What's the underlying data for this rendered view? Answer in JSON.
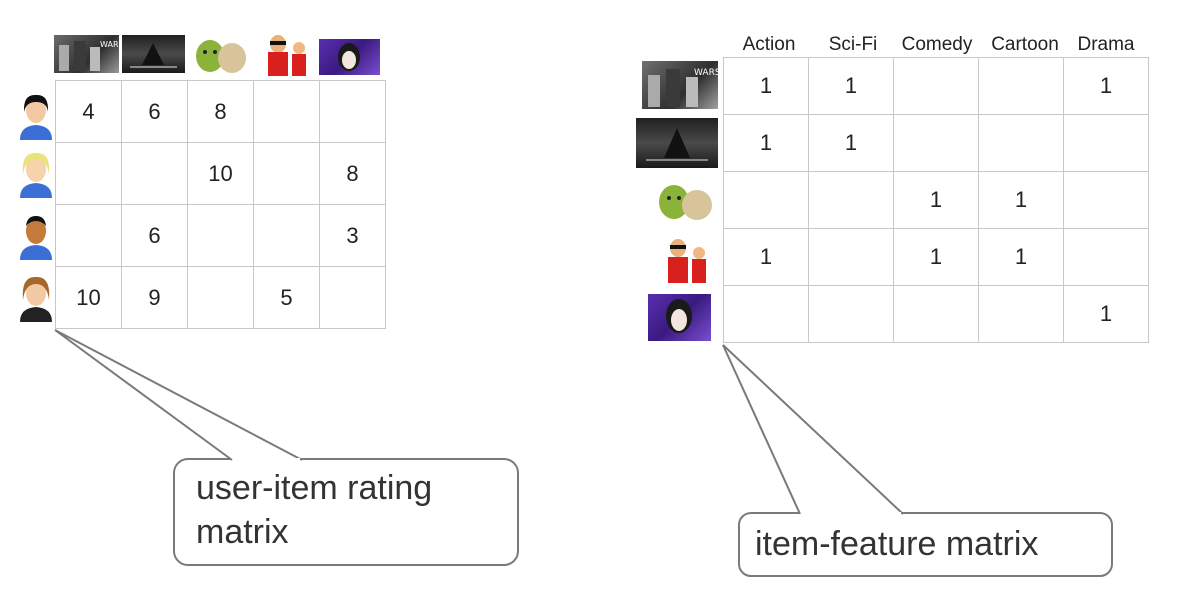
{
  "user_item": {
    "ratings": [
      [
        "4",
        "6",
        "8",
        "",
        ""
      ],
      [
        "",
        "",
        "10",
        "",
        "8"
      ],
      [
        "",
        "6",
        "",
        "",
        "3"
      ],
      [
        "10",
        "9",
        "",
        "5",
        ""
      ]
    ],
    "movie_icons": [
      "star-wars-poster",
      "dark-knight-rises-poster",
      "shrek-image",
      "incredibles-image",
      "portrait-image"
    ],
    "user_icons": [
      "user-dark-hair-icon",
      "user-blonde-icon",
      "user-dark-skin-icon",
      "user-brown-hair-icon"
    ],
    "callout_line1": "user-item rating",
    "callout_line2": "matrix"
  },
  "item_feature": {
    "headers": [
      "Action",
      "Sci-Fi",
      "Comedy",
      "Cartoon",
      "Drama"
    ],
    "values": [
      [
        "1",
        "1",
        "",
        "",
        "1"
      ],
      [
        "1",
        "1",
        "",
        "",
        ""
      ],
      [
        "",
        "",
        "1",
        "1",
        ""
      ],
      [
        "1",
        "",
        "1",
        "1",
        ""
      ],
      [
        "",
        "",
        "",
        "",
        "1"
      ]
    ],
    "callout": "item-feature matrix"
  },
  "colors": {
    "grid": "#c8c8c8",
    "callout_border": "#7a7a7a",
    "shirt": "#3b6fd6"
  }
}
